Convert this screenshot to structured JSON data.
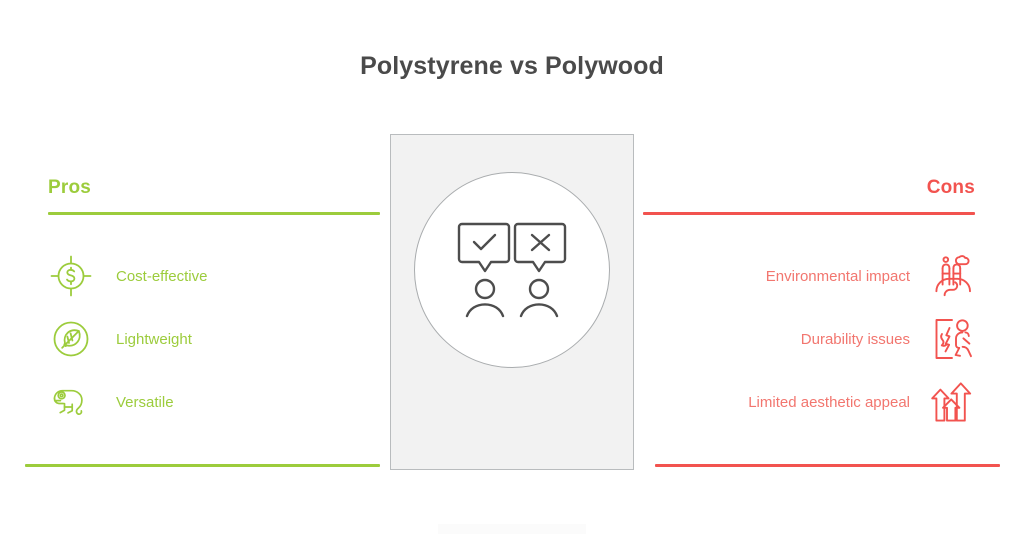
{
  "slide": {
    "title": "Polystyrene vs Polywood",
    "background_color": "#ffffff",
    "title_color": "#4a4a4a"
  },
  "pros": {
    "heading": "Pros",
    "color": "#9ccc3c",
    "items": [
      {
        "label": "Cost-effective",
        "icon": "dollar-target-icon"
      },
      {
        "label": "Lightweight",
        "icon": "feather-circle-icon"
      },
      {
        "label": "Versatile",
        "icon": "chameleon-icon"
      }
    ]
  },
  "cons": {
    "heading": "Cons",
    "color": "#f2534f",
    "items": [
      {
        "label": "Environmental impact",
        "icon": "factory-pollution-icon"
      },
      {
        "label": "Durability issues",
        "icon": "broken-wall-person-icon"
      },
      {
        "label": "Limited aesthetic appeal",
        "icon": "up-arrows-icon"
      }
    ]
  },
  "center": {
    "icon": "two-people-approve-reject-icon",
    "panel_color": "#f2f2f2",
    "border_color": "#b9bcbe",
    "circle_color": "#ffffff",
    "line_color": "#4d4d4d"
  }
}
